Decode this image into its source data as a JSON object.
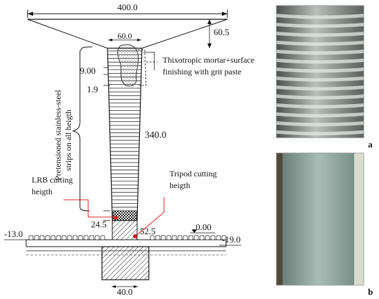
{
  "drawing": {
    "dim_top_width": "400.0",
    "dim_top_height": "60.5",
    "dim_column_top": "60.0",
    "dim_strip_spacing": "9.00",
    "dim_strip_thickness": "1.9",
    "dim_column_height": "340.0",
    "dim_lrb_height": "24.5",
    "dim_tripod_height": "52.5",
    "dim_left_level": "-13.0",
    "dim_zero_level": "0.00",
    "dim_right_level": "-19.0",
    "dim_footing_width": "40.0"
  },
  "annotations": {
    "mortar_line1": "Thixotropic mortar+surface",
    "mortar_line2": "finishing with grit paste",
    "strips_line1": "Pretensioned stainless-steel",
    "strips_line2": "strips on all heigth",
    "lrb_line1": "LRB cutting",
    "lrb_line2": "heigth",
    "tripod_line1": "Tripod cutting",
    "tripod_line2": "heigth"
  },
  "photos": {
    "a_label": "a",
    "b_label": "b"
  },
  "colors": {
    "ink": "#111111",
    "callout_red": "#e0201a",
    "photo_a_tone": "#9aa09a",
    "photo_b_tone": "#8fa7a1"
  }
}
